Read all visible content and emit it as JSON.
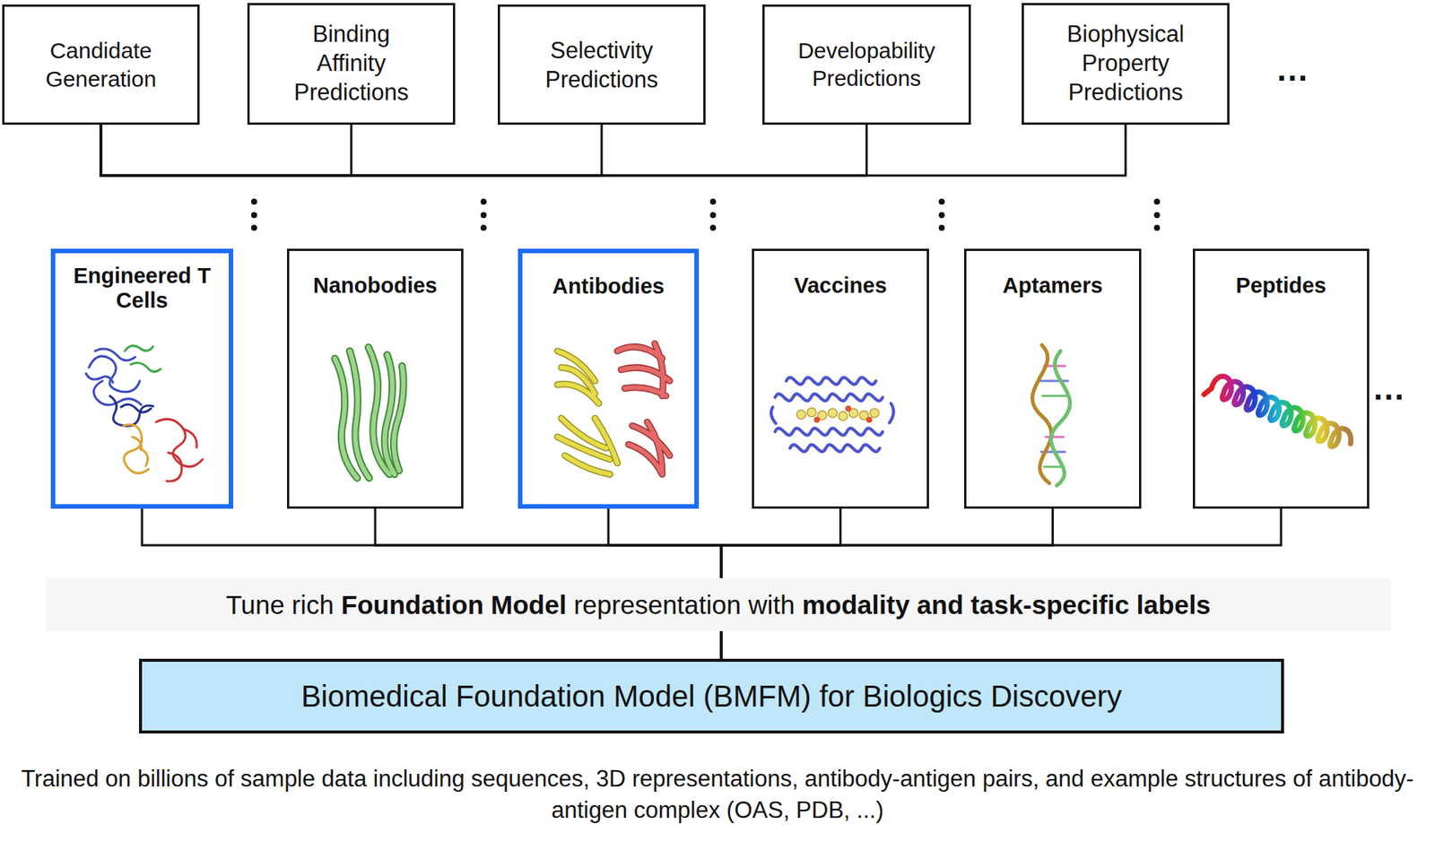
{
  "diagram": {
    "caption": "Trained on billions of sample data including sequences, 3D representations, antibody-antigen pairs, and example structures of antibody-antigen complex (OAS, PDB, ...)",
    "nodes": [
      {
        "text": [
          "Candidate Generation"
        ]
      },
      {
        "text": [
          "Binding Affinity Predictions"
        ]
      },
      {
        "text": [
          "Selectivity Predictions"
        ]
      },
      {
        "text": [
          "Developability Predictions"
        ]
      },
      {
        "text": [
          "Biophysical Property Predictions"
        ]
      },
      {
        "text": [
          "Engineered T Cells"
        ]
      },
      {
        "text": [
          "Nanobodies"
        ]
      },
      {
        "text": [
          "Antibodies"
        ]
      },
      {
        "text": [
          "Vaccines"
        ]
      },
      {
        "text": [
          "Aptamers"
        ]
      },
      {
        "text": [
          "Peptides"
        ]
      },
      {
        "text": [
          "Tune rich",
          "Foundation Model",
          "representation with",
          "modality and task-specific labels"
        ]
      },
      {
        "text": [
          "Biomedical Foundation Model (BMFM) for Biologics Discovery"
        ]
      }
    ],
    "edges": [
      {
        "from": 0,
        "to": 1,
        "arrow": "none"
      },
      {
        "from": 0,
        "to": 2,
        "arrow": "none"
      },
      {
        "from": 0,
        "to": 3,
        "arrow": "none"
      },
      {
        "from": 0,
        "to": 4,
        "arrow": "none"
      },
      {
        "from": 12,
        "to": 5,
        "arrow": "none"
      },
      {
        "from": 12,
        "to": 6,
        "arrow": "none"
      },
      {
        "from": 12,
        "to": 7,
        "arrow": "none"
      },
      {
        "from": 12,
        "to": 8,
        "arrow": "none"
      },
      {
        "from": 12,
        "to": 9,
        "arrow": "none"
      },
      {
        "from": 12,
        "to": 10,
        "arrow": "none"
      }
    ],
    "labels": [
      "...",
      "..."
    ]
  }
}
